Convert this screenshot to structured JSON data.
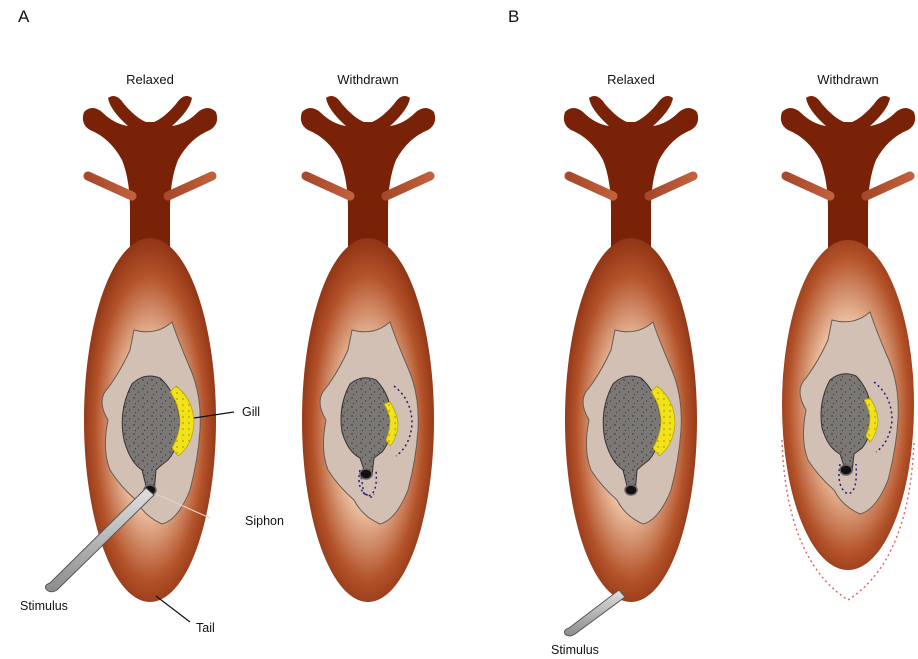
{
  "panels": [
    {
      "letter": "A",
      "states": [
        {
          "title": "Relaxed",
          "withdrawn": false,
          "stimulus": "siphon"
        },
        {
          "title": "Withdrawn",
          "withdrawn": true,
          "tail_contracted": false
        }
      ],
      "labels": {
        "gill": "Gill",
        "siphon": "Siphon",
        "stimulus": "Stimulus",
        "tail": "Tail"
      }
    },
    {
      "letter": "B",
      "states": [
        {
          "title": "Relaxed",
          "withdrawn": false,
          "stimulus": "tail"
        },
        {
          "title": "Withdrawn",
          "withdrawn": true,
          "tail_contracted": true
        }
      ],
      "labels": {
        "stimulus": "Stimulus"
      }
    }
  ],
  "colors": {
    "body_dark": "#7a2208",
    "body_light": "#f6dcc4",
    "parapodia": "#d2c0b4",
    "mantle": "#7a7775",
    "gill": "#f2e21c",
    "gill_outline": "#2a1a80",
    "tail_outline": "#e06060",
    "probe": "#b0b0b0"
  },
  "icons": [
    "aplysia-body-icon",
    "probe-icon"
  ]
}
